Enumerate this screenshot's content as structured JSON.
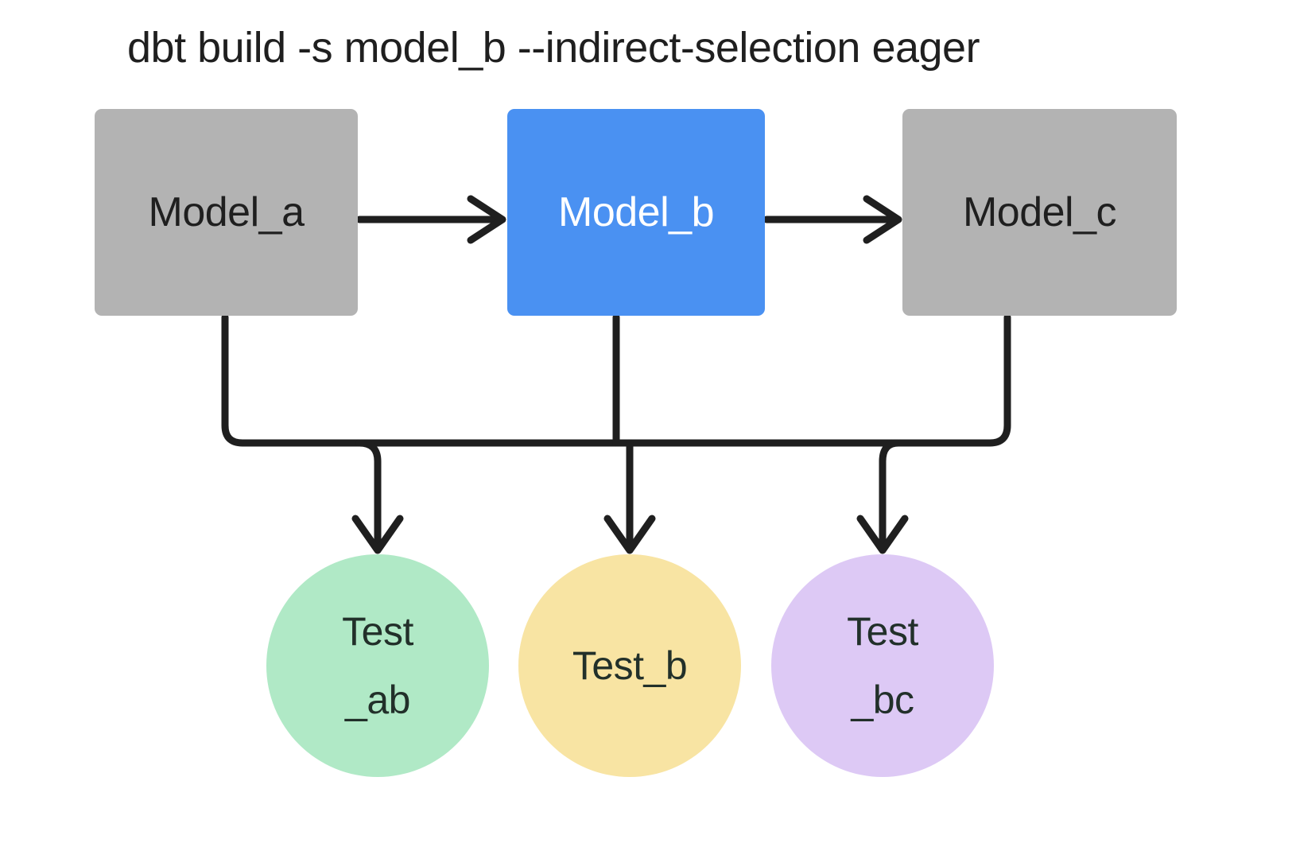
{
  "title": "dbt build -s model_b --indirect-selection eager",
  "colors": {
    "background": "#ffffff",
    "model_default": "#b3b3b3",
    "model_selected": "#4a91f2",
    "test_ab": "#b0e9c6",
    "test_b": "#f8e4a3",
    "test_bc": "#ddc9f5",
    "edge": "#1f1f1f",
    "text_dark": "#1f1f1f",
    "text_light": "#ffffff",
    "text_circle": "#22302a"
  },
  "models": [
    {
      "id": "model_a",
      "label": "Model_a",
      "selected": false,
      "fill": "#b3b3b3",
      "text_color": "#1f1f1f"
    },
    {
      "id": "model_b",
      "label": "Model_b",
      "selected": true,
      "fill": "#4a91f2",
      "text_color": "#ffffff"
    },
    {
      "id": "model_c",
      "label": "Model_c",
      "selected": false,
      "fill": "#b3b3b3",
      "text_color": "#1f1f1f"
    }
  ],
  "tests": [
    {
      "id": "test_ab",
      "label": "Test_ab",
      "line1": "Test",
      "line2": "_ab",
      "fill": "#b0e9c6"
    },
    {
      "id": "test_b",
      "label": "Test_b",
      "line1": "Test_b",
      "line2": "",
      "fill": "#f8e4a3"
    },
    {
      "id": "test_bc",
      "label": "Test_bc",
      "line1": "Test",
      "line2": "_bc",
      "fill": "#ddc9f5"
    }
  ],
  "edges": [
    {
      "from": "model_a",
      "to": "model_b",
      "kind": "model-to-model"
    },
    {
      "from": "model_b",
      "to": "model_c",
      "kind": "model-to-model"
    },
    {
      "from": "model_a",
      "to": "test_ab",
      "kind": "model-to-test"
    },
    {
      "from": "model_b",
      "to": "test_ab",
      "kind": "model-to-test"
    },
    {
      "from": "model_b",
      "to": "test_b",
      "kind": "model-to-test"
    },
    {
      "from": "model_b",
      "to": "test_bc",
      "kind": "model-to-test"
    },
    {
      "from": "model_c",
      "to": "test_bc",
      "kind": "model-to-test"
    }
  ]
}
